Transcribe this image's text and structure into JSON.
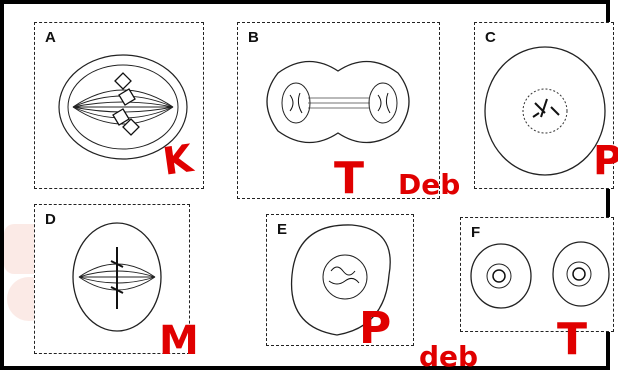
{
  "panels": [
    {
      "id": "A",
      "label": "A"
    },
    {
      "id": "B",
      "label": "B"
    },
    {
      "id": "C",
      "label": "C"
    },
    {
      "id": "D",
      "label": "D"
    },
    {
      "id": "E",
      "label": "E"
    },
    {
      "id": "F",
      "label": "F"
    }
  ],
  "annotations": {
    "a": "K",
    "b1": "T",
    "b2": "Deb",
    "c": "P",
    "d": "M",
    "e1": "P",
    "e2": "deb",
    "f": "T"
  },
  "colors": {
    "ink": "#222222",
    "annotation": "#e00000"
  }
}
